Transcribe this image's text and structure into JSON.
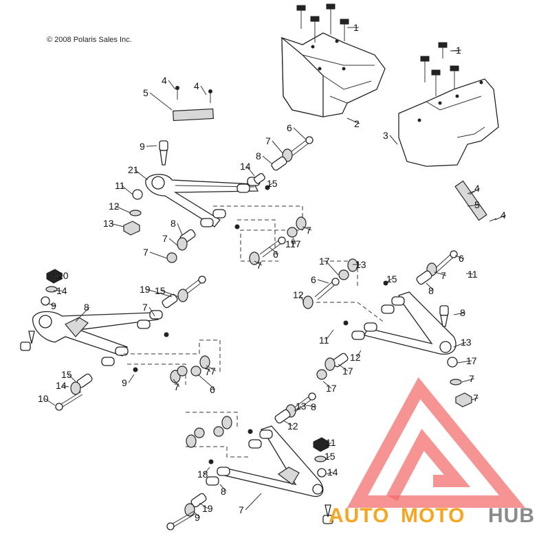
{
  "copyright": "© 2008 Polaris Sales Inc.",
  "callouts": [
    "1",
    "1",
    "2",
    "3",
    "4",
    "4",
    "5",
    "4",
    "5",
    "4",
    "6",
    "7",
    "8",
    "9",
    "21",
    "14",
    "15",
    "11",
    "12",
    "13",
    "8",
    "7",
    "7",
    "17",
    "6",
    "7",
    "17",
    "17",
    "7",
    "6",
    "7",
    "8",
    "15",
    "6",
    "13",
    "12",
    "11",
    "20",
    "14",
    "9",
    "8",
    "7",
    "19",
    "15",
    "15",
    "14",
    "10",
    "9",
    "11",
    "12",
    "13",
    "8",
    "17",
    "7",
    "7",
    "17",
    "17",
    "7",
    "7",
    "6",
    "7",
    "8",
    "13",
    "12",
    "11",
    "15",
    "14",
    "18",
    "8",
    "7",
    "19",
    "9"
  ],
  "watermark": {
    "part1": "AUTO",
    "part2": "MOTO",
    "part3": "HUB",
    "colors": {
      "triangle": "#f26a6a",
      "accent": "#f5a623",
      "gray": "#8a8a8a"
    }
  }
}
